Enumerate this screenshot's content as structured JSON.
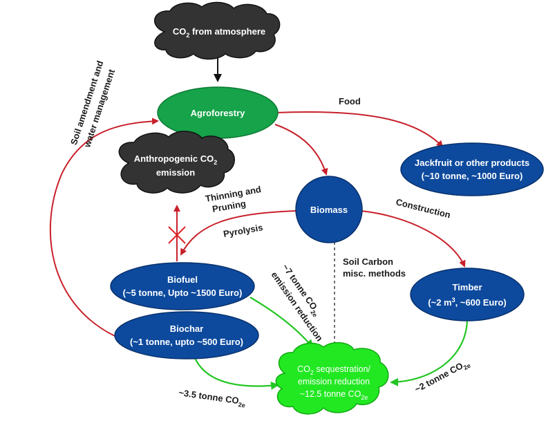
{
  "colors": {
    "ellipse_blue": "#0d4a9e",
    "ellipse_green": "#16a34a",
    "cloud_dark": "#333333",
    "cloud_green": "#22e822",
    "arrow_red": "#c8202a",
    "arrow_green": "#22c622",
    "arrow_black": "#111111",
    "cross_red": "#e02020"
  },
  "nodes": {
    "co2_atmosphere": {
      "pre": "CO",
      "sub": "2",
      "post": " from atmosphere"
    },
    "agroforestry": {
      "label": "Agroforestry"
    },
    "anthropogenic": {
      "line1_pre": "Anthropogenic CO",
      "line1_sub": "2",
      "line2": "emission"
    },
    "jackfruit": {
      "line1": "Jackfruit or other products",
      "line2": "(~10 tonne, ~1000 Euro)"
    },
    "biomass": {
      "label": "Biomass"
    },
    "biofuel": {
      "line1": "Biofuel",
      "line2": "(~5 tonne, Upto ~1500 Euro)"
    },
    "biochar": {
      "line1": "Biochar",
      "line2": "(~1 tonne, upto ~500 Euro)"
    },
    "timber": {
      "line1": "Timber",
      "line2_pre": "(~2 m",
      "line2_sup": "3",
      "line2_post": ", ~600 Euro)"
    },
    "sequestration": {
      "line1_pre": "CO",
      "line1_sub": "2",
      "line1_post": " sequestration/",
      "line2": "emission reduction",
      "line3_pre": "~12.5 tonne CO",
      "line3_sub": "2e"
    }
  },
  "edge_labels": {
    "food": "Food",
    "construction": "Construction",
    "thinning_1": "Thinning and",
    "thinning_2": "Pruning",
    "pyrolysis": "Pyrolysis",
    "soil_carbon_1": "Soil Carbon",
    "soil_carbon_2": "misc. methods",
    "soil_amendment_1": "Soil amendment and",
    "soil_amendment_2": "water management",
    "biofuel_reduction_1_pre": "~7 tonne CO",
    "biofuel_reduction_1_sub": "2e",
    "biofuel_reduction_2": "emission reduction",
    "biochar_reduction_pre": "~3.5 tonne CO",
    "biochar_reduction_sub": "2e",
    "timber_reduction_pre": "~2 tonne CO",
    "timber_reduction_sub": "2e"
  }
}
